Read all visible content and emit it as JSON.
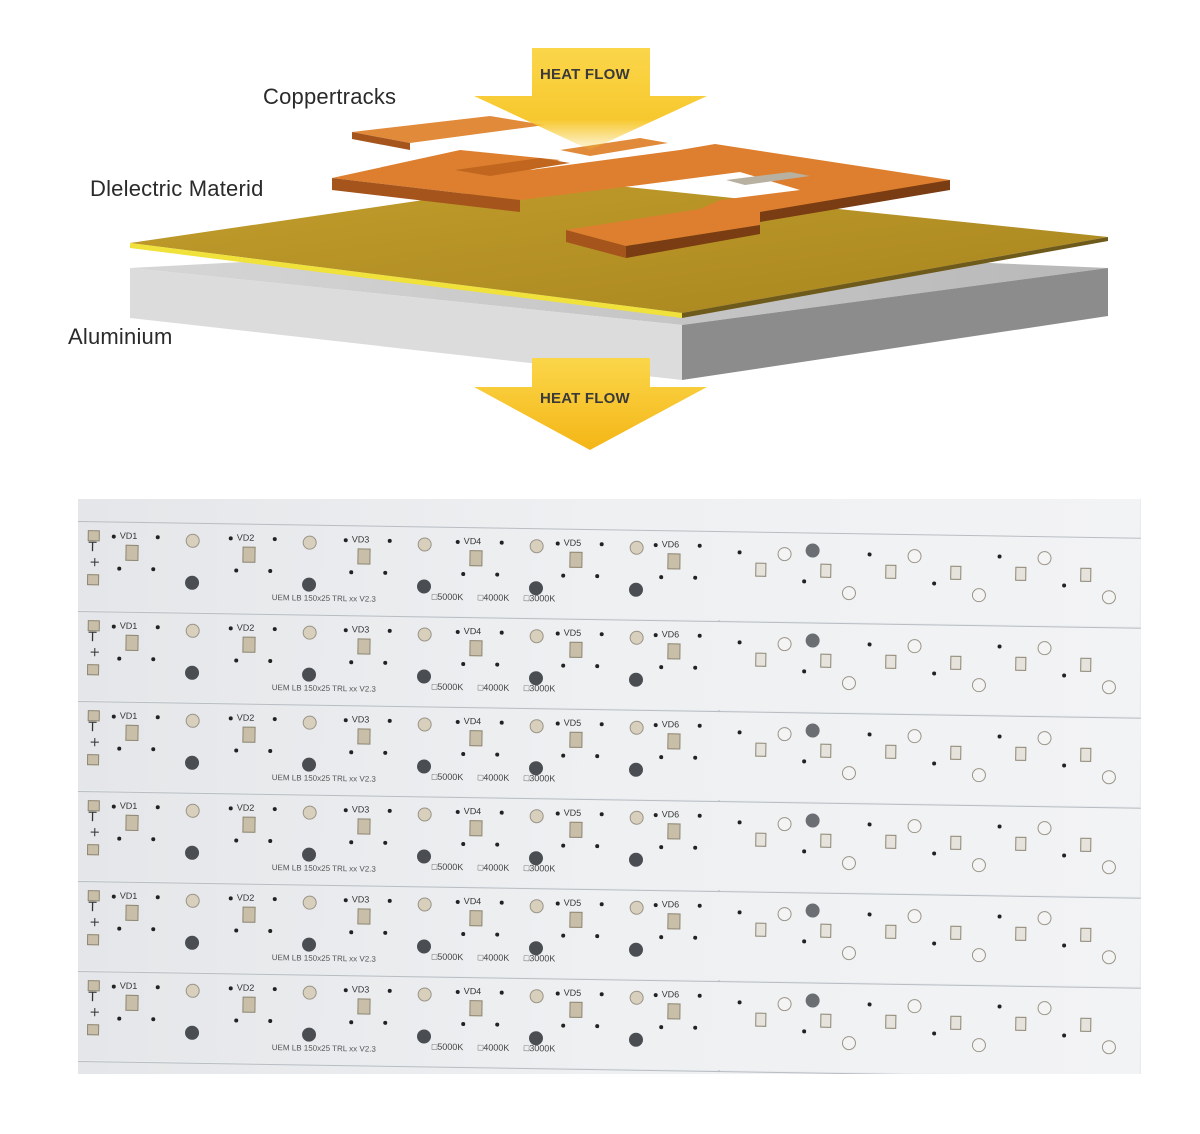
{
  "diagram": {
    "labels": {
      "copper": "Coppertracks",
      "dielectric": "Dlelectric Materid",
      "aluminium": "Aluminium",
      "heat_top": "HEAT FLOW",
      "heat_bottom": "HEAT FLOW"
    },
    "colors": {
      "copper": "#d9782a",
      "dielectric": "#b8952a",
      "aluminium": "#c8c8c8",
      "heat": "#f7c528"
    }
  },
  "photo": {
    "rows": [
      {
        "vd": [
          "VD1",
          "VD2",
          "VD3",
          "VD4",
          "VD5",
          "VD6"
        ],
        "model": "UEM LB 150x25 TRL xx V2.3",
        "cct": [
          "5000K",
          "4000K",
          "3000K"
        ]
      },
      {
        "vd": [
          "VD1",
          "VD2",
          "VD3",
          "VD4",
          "VD5",
          "VD6"
        ],
        "model": "UEM LB 150x25 TRL xx V2.3",
        "cct": [
          "5000K",
          "4000K",
          "3000K"
        ]
      },
      {
        "vd": [
          "VD1",
          "VD2",
          "VD3",
          "VD4",
          "VD5",
          "VD6"
        ],
        "model": "UEM LB 150x25 TRL xx V2.3",
        "cct": [
          "5000K",
          "4000K",
          "3000K"
        ]
      },
      {
        "vd": [
          "VD1",
          "VD2",
          "VD3",
          "VD4",
          "VD5",
          "VD6"
        ],
        "model": "UEM LB 150x25 TRL xx V2.3",
        "cct": [
          "5000K",
          "4000K",
          "3000K"
        ]
      },
      {
        "vd": [
          "VD1",
          "VD2",
          "VD3",
          "VD4",
          "VD5",
          "VD6"
        ],
        "model": "UEM LB 150x25 TRL xx V2.3",
        "cct": [
          "5000K",
          "4000K",
          "3000K"
        ]
      },
      {
        "vd": [
          "VD1",
          "VD2",
          "VD3",
          "VD4",
          "VD5",
          "VD6"
        ],
        "model": "UEM LB 150x25 TRL xx V2.3",
        "cct": [
          "5000K",
          "4000K",
          "3000K"
        ]
      }
    ]
  }
}
